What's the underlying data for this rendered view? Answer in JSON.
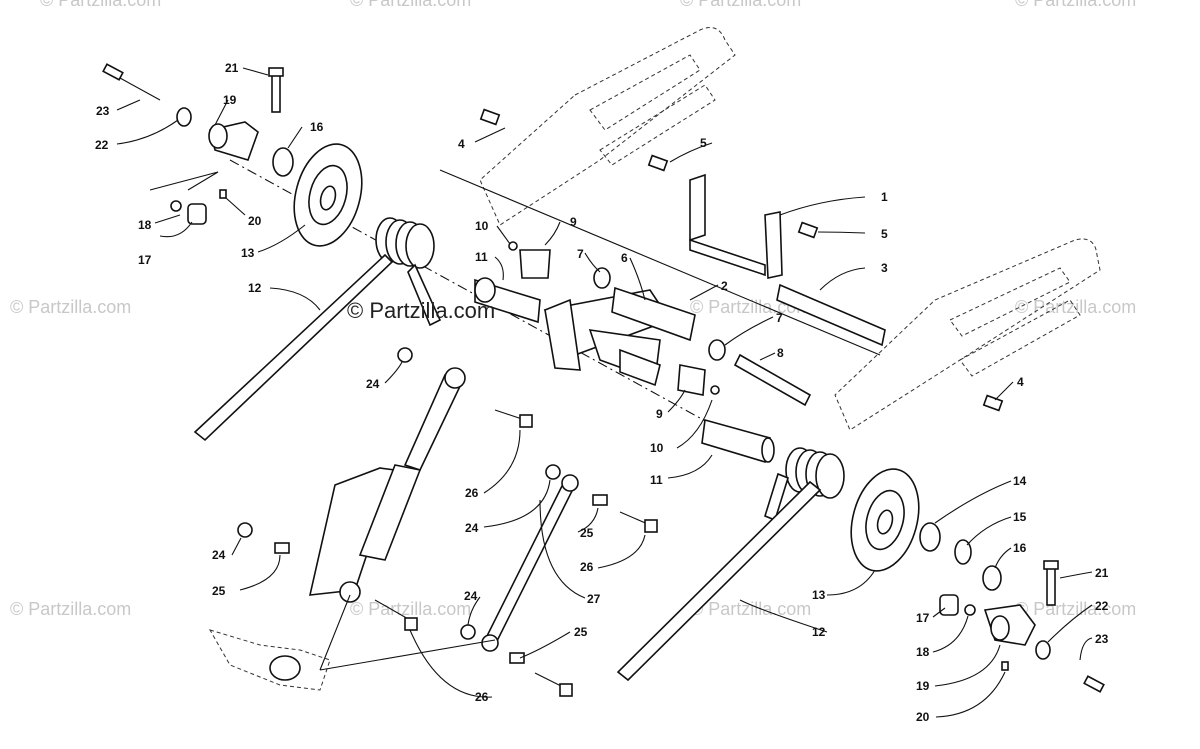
{
  "watermarks": {
    "main": "© Partzilla.com",
    "faint": "© Partzilla.com"
  },
  "callouts": {
    "c1": "1",
    "c2": "2",
    "c3": "3",
    "c4a": "4",
    "c4b": "4",
    "c5a": "5",
    "c5b": "5",
    "c6": "6",
    "c7a": "7",
    "c7b": "7",
    "c8": "8",
    "c9a": "9",
    "c9b": "9",
    "c10a": "10",
    "c10b": "10",
    "c11a": "11",
    "c11b": "11",
    "c12a": "12",
    "c12b": "12",
    "c13a": "13",
    "c13b": "13",
    "c14": "14",
    "c15": "15",
    "c16a": "16",
    "c16b": "16",
    "c17a": "17",
    "c17b": "17",
    "c18a": "18",
    "c18b": "18",
    "c19a": "19",
    "c19b": "19",
    "c20a": "20",
    "c20b": "20",
    "c21a": "21",
    "c21b": "21",
    "c22a": "22",
    "c22b": "22",
    "c23a": "23",
    "c23b": "23",
    "c24a": "24",
    "c24b": "24",
    "c24c": "24",
    "c24d": "24",
    "c25a": "25",
    "c25b": "25",
    "c25c": "25",
    "c26a": "26",
    "c26b": "26",
    "c26c": "26",
    "c27": "27"
  }
}
